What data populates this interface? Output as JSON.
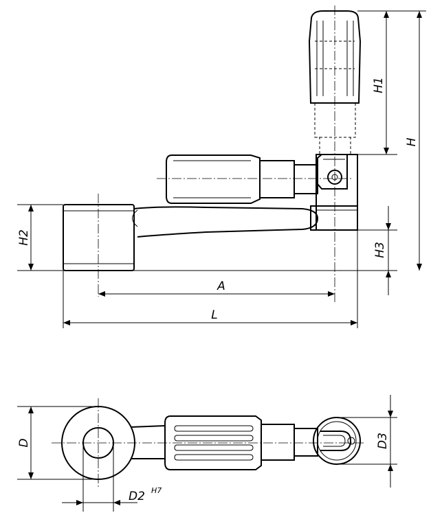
{
  "dimensions": {
    "H1": "H1",
    "H": "H",
    "H2": "H2",
    "H3": "H3",
    "A": "A",
    "L": "L",
    "D": "D",
    "D3": "D3",
    "D2": "D2",
    "D2_tolerance": "H7"
  }
}
